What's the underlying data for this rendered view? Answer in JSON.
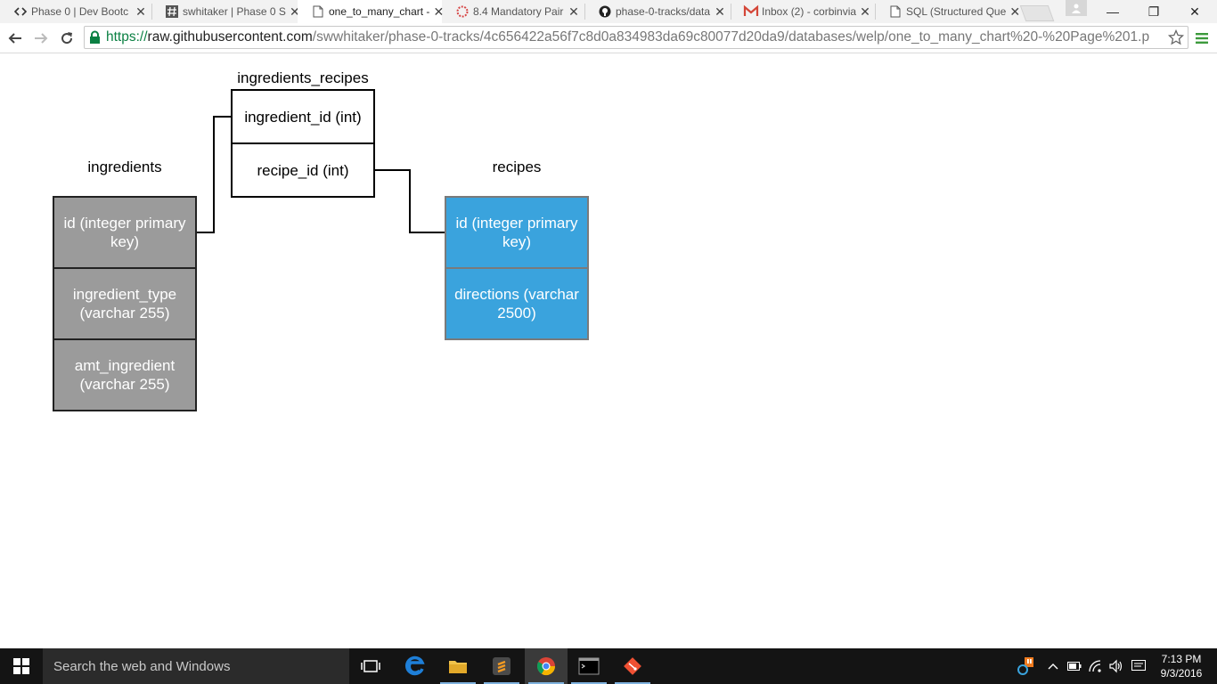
{
  "browser": {
    "tabs": [
      {
        "title": "Phase 0 | Dev Bootc",
        "icon": "code-brackets-icon",
        "close": "✕"
      },
      {
        "title": "swhitaker | Phase 0 S",
        "icon": "hash-icon",
        "close": "✕"
      },
      {
        "title": "one_to_many_chart -",
        "icon": "document-icon",
        "close": "✕",
        "active": true
      },
      {
        "title": "8.4 Mandatory Pair",
        "icon": "dotted-circle-icon",
        "close": "✕"
      },
      {
        "title": "phase-0-tracks/data",
        "icon": "github-icon",
        "close": "✕"
      },
      {
        "title": "Inbox (2) - corbinvia",
        "icon": "gmail-icon",
        "close": "✕"
      },
      {
        "title": "SQL (Structured Que",
        "icon": "document-icon",
        "close": "✕"
      }
    ],
    "url": {
      "scheme": "https://",
      "host": "raw.githubusercontent.com",
      "rest": "/swwhitaker/phase-0-tracks/4c656422a56f7c8d0a834983da69c80077d20da9/databases/welp/one_to_many_chart%20-%20Page%201.p"
    },
    "window_controls": {
      "minimize": "—",
      "restore": "❐",
      "close": "✕"
    }
  },
  "diagram": {
    "ingredients": {
      "title": "ingredients",
      "fields": [
        "id (integer primary key)",
        "ingredient_type (varchar 255)",
        "amt_ingredient (varchar 255)"
      ],
      "fill": "#9b9b9b"
    },
    "ingredients_recipes": {
      "title": "ingredients_recipes",
      "fields": [
        "ingredient_id (int)",
        "recipe_id (int)"
      ],
      "fill": "#ffffff"
    },
    "recipes": {
      "title": "recipes",
      "fields": [
        "id (integer primary key)",
        "directions (varchar 2500)"
      ],
      "fill": "#3aa3dd"
    }
  },
  "taskbar": {
    "search_placeholder": "Search the web and Windows",
    "apps": [
      "task-view-icon",
      "edge-icon",
      "file-explorer-icon",
      "sublime-text-icon",
      "chrome-icon",
      "command-prompt-icon",
      "git-icon"
    ],
    "clock": {
      "time": "7:13 PM",
      "date": "9/3/2016"
    }
  }
}
